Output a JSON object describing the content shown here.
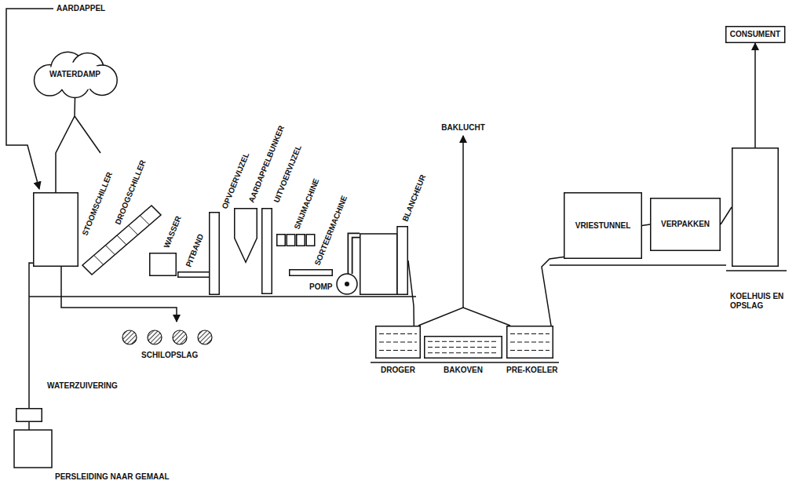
{
  "diagram": {
    "nodes": [
      {
        "text": [
          "WATERDAMP"
        ]
      },
      {
        "text": [
          "STOOMSCHILLER"
        ]
      },
      {
        "text": [
          "DROOGSCHILLER"
        ]
      },
      {
        "text": [
          "WASSER"
        ]
      },
      {
        "text": [
          "PITBAND"
        ]
      },
      {
        "text": [
          "OPVOERVIJZEL"
        ]
      },
      {
        "text": [
          "AARDAPPELBUNKER"
        ]
      },
      {
        "text": [
          "UITVOERVIJZEL"
        ]
      },
      {
        "text": [
          "SNIJMACHINE"
        ]
      },
      {
        "text": [
          "SORTEERMACHINE"
        ]
      },
      {
        "text": [
          "POMP"
        ]
      },
      {
        "text": [
          "BLANCHEUR"
        ]
      },
      {
        "text": [
          "DROGER"
        ]
      },
      {
        "text": [
          "BAKOVEN"
        ]
      },
      {
        "text": [
          "PRE-KOELER"
        ]
      },
      {
        "text": [
          "VRIESTUNNEL"
        ]
      },
      {
        "text": [
          "VERPAKKEN"
        ]
      },
      {
        "text": [
          "KOELHUIS EN OPSLAG"
        ]
      },
      {
        "text": [
          "CONSUMENT"
        ]
      },
      {
        "text": [
          "WATERZUIVERING"
        ]
      }
    ],
    "edges": [
      {
        "from": 1,
        "to": 0,
        "arrow": "none"
      },
      {
        "from": 11,
        "to": 12,
        "arrow": "none"
      },
      {
        "from": 14,
        "to": 15,
        "arrow": "none"
      },
      {
        "from": 15,
        "to": 16,
        "arrow": "none"
      },
      {
        "from": 16,
        "to": 17,
        "arrow": "none"
      },
      {
        "from": 17,
        "to": 18,
        "arrow": "to"
      },
      {
        "from": 1,
        "to": 19,
        "arrow": "none"
      }
    ],
    "labels": [
      "AARDAPPEL",
      "BAKLUCHT",
      "SCHILOPSLAG",
      "PERSLEIDING NAAR GEMAAL"
    ]
  }
}
